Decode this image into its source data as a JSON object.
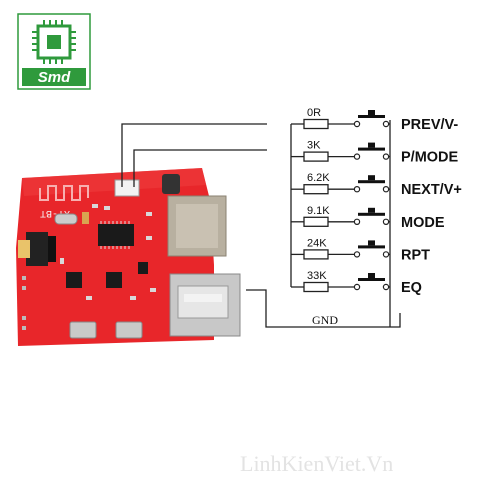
{
  "logo": {
    "text": "Smd"
  },
  "board": {
    "label": "XY-BT"
  },
  "buttons": [
    {
      "resistor": "0R",
      "label": "PREV/V-"
    },
    {
      "resistor": "3K",
      "label": "P/MODE"
    },
    {
      "resistor": "6.2K",
      "label": "NEXT/V+"
    },
    {
      "resistor": "9.1K",
      "label": "MODE"
    },
    {
      "resistor": "24K",
      "label": "RPT"
    },
    {
      "resistor": "33K",
      "label": "EQ"
    }
  ],
  "ground_label": "GND",
  "watermark": "LinhKienViet.Vn",
  "colors": {
    "pcb": "#e8262a",
    "logo_green": "#2f9a3c",
    "wire": "#222222"
  }
}
